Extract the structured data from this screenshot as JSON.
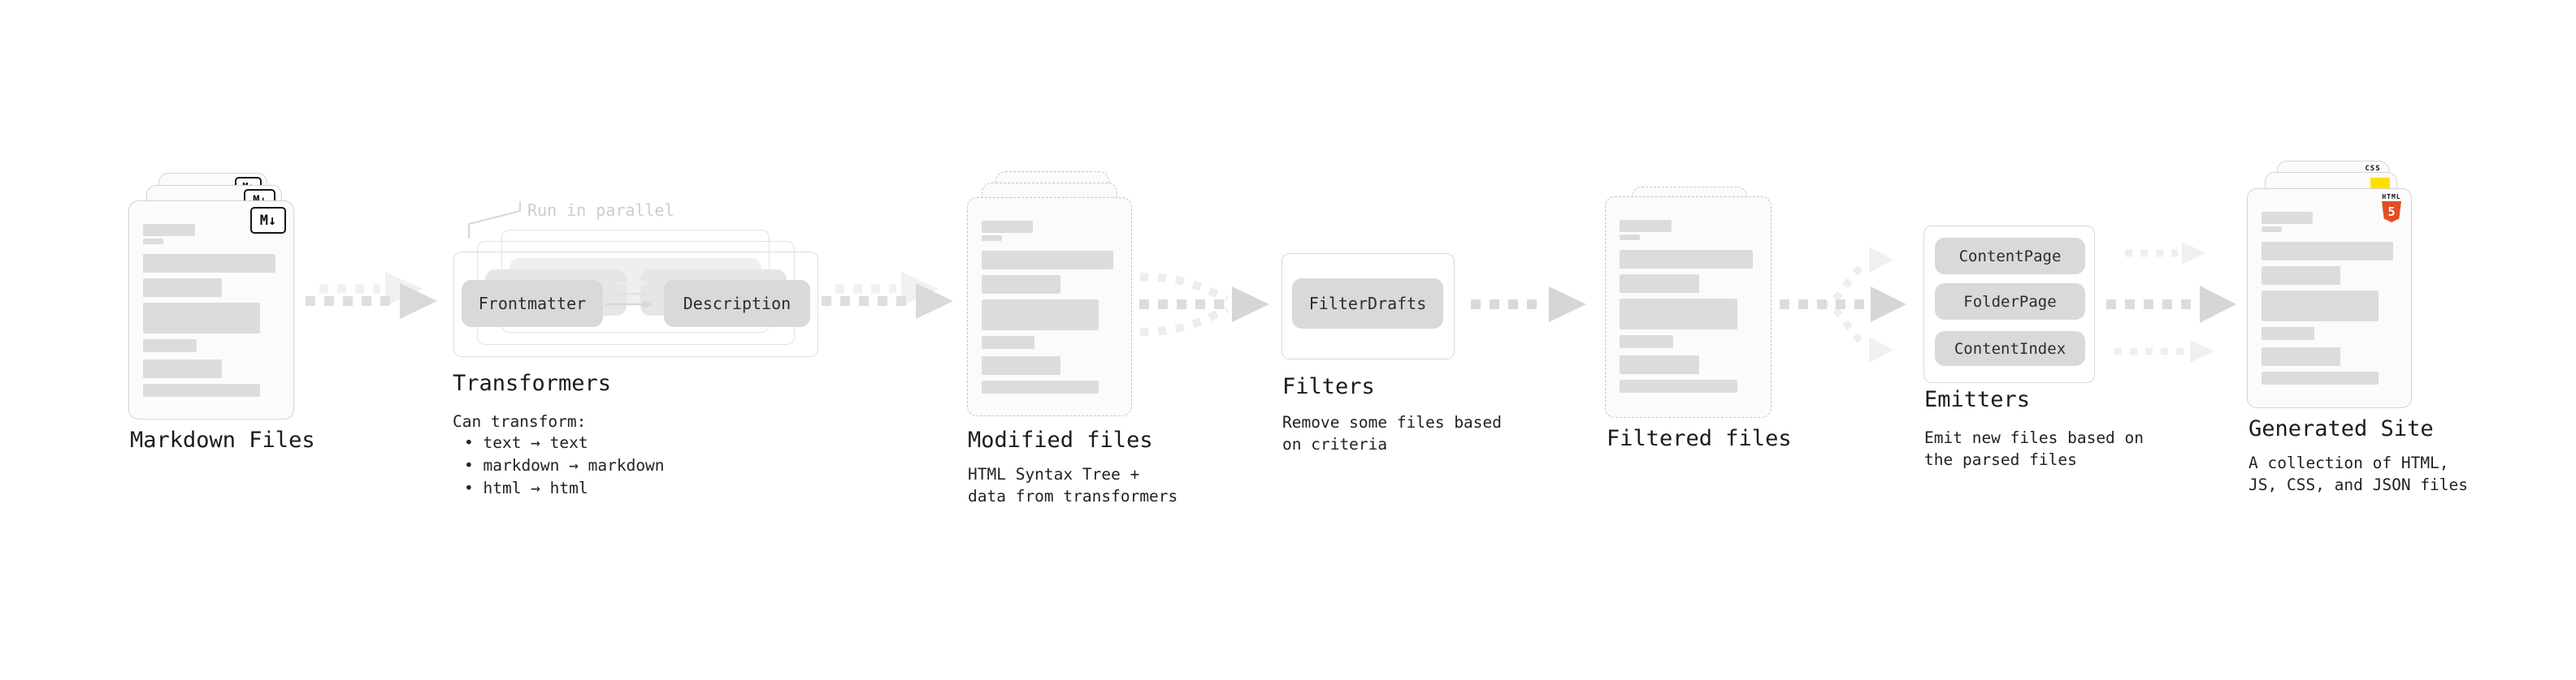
{
  "markdown_files": {
    "label": "Markdown Files",
    "badge": "M↓"
  },
  "transformers": {
    "note": "Run in parallel",
    "pill_left": "Frontmatter",
    "pill_right": "Description",
    "heading": "Transformers",
    "desc_title": "Can transform:",
    "bullets": [
      "• text → text",
      "• markdown → markdown",
      "• html → html"
    ]
  },
  "modified_files": {
    "label": "Modified files",
    "desc": "HTML Syntax Tree +\ndata from transformers"
  },
  "filters": {
    "heading": "Filters",
    "pill": "FilterDrafts",
    "desc": "Remove some files based\non criteria"
  },
  "filtered_files": {
    "label": "Filtered files"
  },
  "emitters": {
    "heading": "Emitters",
    "pills": [
      "ContentPage",
      "FolderPage",
      "ContentIndex"
    ],
    "desc": "Emit new files based on\nthe parsed files"
  },
  "generated_site": {
    "label": "Generated Site",
    "desc": "A collection of HTML,\nJS, CSS, and JSON files",
    "badges": {
      "html_word": "HTML",
      "html_num": "5",
      "css": "CSS"
    }
  },
  "colors": {
    "html5_orange": "#e44d26",
    "js_yellow": "#ffdf00",
    "css_blue": "#2965f1"
  }
}
